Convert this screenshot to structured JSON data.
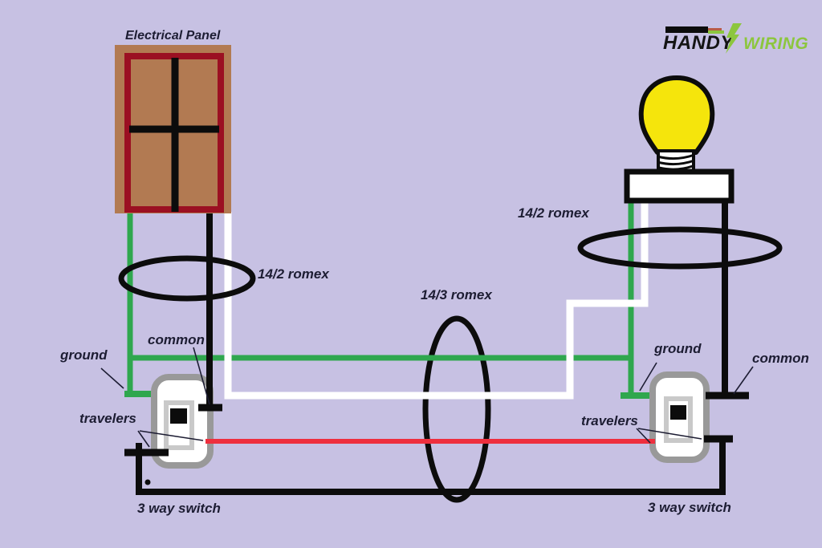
{
  "logo": {
    "handy": "HANDY",
    "wiring": "WIRING",
    "bolt_icon": "lightning-bolt",
    "cable_icon": "stripped-cable"
  },
  "panel": {
    "label": "Electrical Panel"
  },
  "light": {
    "bulb_icon": "light-bulb"
  },
  "cables": {
    "left_label": "14/2 romex",
    "middle_label": "14/3 romex",
    "right_label": "14/2 romex"
  },
  "switch_left": {
    "ground": "ground",
    "common": "common",
    "travelers": "travelers",
    "name": "3 way switch"
  },
  "switch_right": {
    "ground": "ground",
    "common": "common",
    "travelers": "travelers",
    "name": "3 way switch"
  },
  "colors": {
    "bg": "#c7c1e3",
    "ink": "#1d1d33",
    "green": "#2fa74e",
    "red": "#ee2f3e",
    "black": "#0c0c0c",
    "white": "#ffffff",
    "panel_brown": "#b27a52",
    "panel_red": "#9b1022",
    "bulb_yellow": "#f5e50c",
    "switch_gray": "#999999",
    "switch_inner_gray": "#c9c9c9",
    "logo_green": "#8cc63e",
    "stripe_red": "#b85c45"
  }
}
